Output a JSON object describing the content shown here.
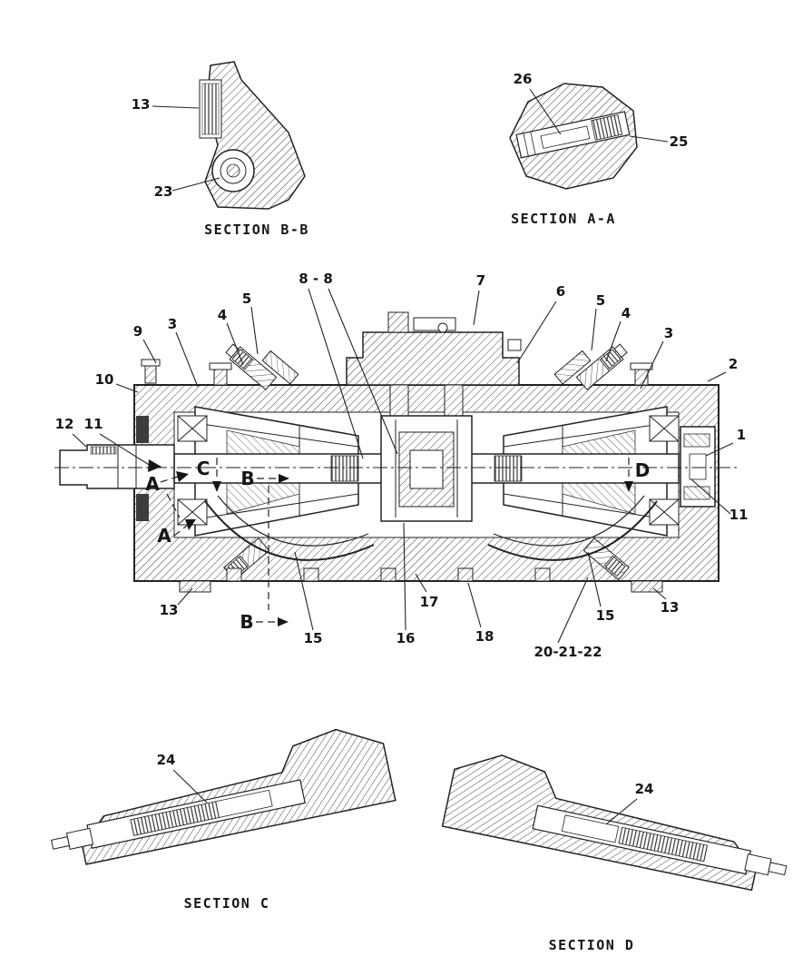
{
  "page": {
    "background": "#ffffff",
    "ink": "#1f1f1f"
  },
  "details": {
    "section_bb": {
      "title": "SECTION B-B",
      "callouts": {
        "c13": "13",
        "c23": "23"
      }
    },
    "section_aa": {
      "title": "SECTION A-A",
      "callouts": {
        "c26": "26",
        "c25": "25"
      }
    },
    "section_c": {
      "title": "SECTION C",
      "callouts": {
        "c24": "24"
      }
    },
    "section_d": {
      "title": "SECTION D",
      "callouts": {
        "c24": "24"
      }
    }
  },
  "main_view": {
    "callouts": {
      "c9": "9",
      "c10": "10",
      "c3_left": "3",
      "c4_left": "4",
      "c5_left": "5",
      "c8_8": "8 - 8",
      "c7": "7",
      "c6": "6",
      "c5_right": "5",
      "c4_right": "4",
      "c3_right": "3",
      "c2": "2",
      "c12": "12",
      "c11_left": "11",
      "c1": "1",
      "c11_right": "11",
      "c13_left": "13",
      "c13_right": "13",
      "c15_left": "15",
      "c15_right": "15",
      "c16": "16",
      "c17": "17",
      "c18": "18",
      "c20_21_22": "20-21-22"
    },
    "cut_letters": {
      "a_upper": "A",
      "a_lower": "A",
      "b_upper": "B",
      "b_lower": "B",
      "c": "C",
      "d": "D"
    }
  }
}
